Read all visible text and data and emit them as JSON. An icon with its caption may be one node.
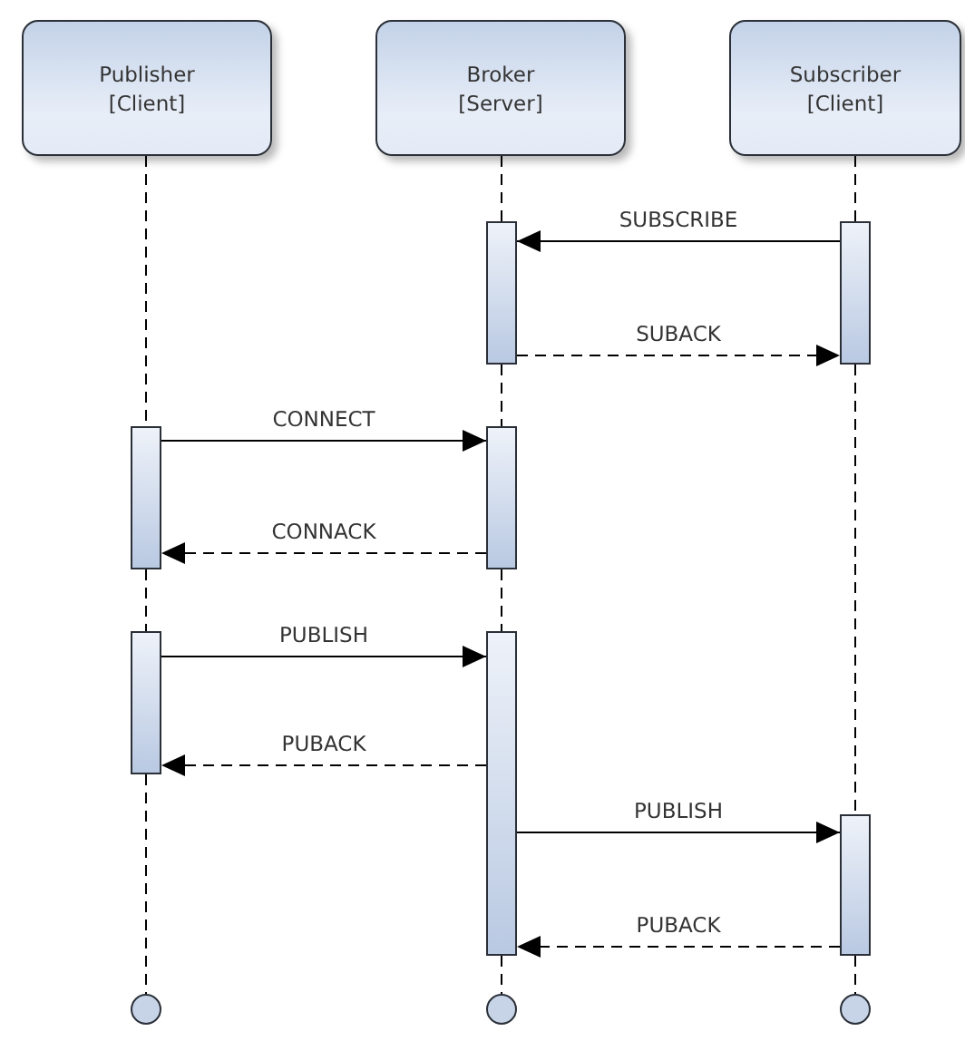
{
  "diagram": {
    "nodes": [
      {
        "text": [
          "Publisher",
          "[Client]"
        ]
      },
      {
        "text": [
          "Broker",
          "[Server]"
        ]
      },
      {
        "text": [
          "Subscriber",
          "[Client]"
        ]
      },
      {
        "text": [],
        "shape": "bar"
      },
      {
        "text": [],
        "shape": "bar"
      },
      {
        "text": [],
        "shape": "bar"
      },
      {
        "text": [],
        "shape": "bar"
      },
      {
        "text": [],
        "shape": "bar"
      },
      {
        "text": [],
        "shape": "bar"
      },
      {
        "text": [],
        "shape": "bar"
      },
      {
        "text": [],
        "shape": "circle"
      },
      {
        "text": [],
        "shape": "circle"
      },
      {
        "text": [],
        "shape": "circle"
      }
    ],
    "edges": [
      {
        "from": 4,
        "to": 3,
        "arrow": "to",
        "label": "SUBSCRIBE"
      },
      {
        "from": 3,
        "to": 4,
        "arrow": "to",
        "label": "SUBACK",
        "style": "dashed"
      },
      {
        "from": 5,
        "to": 6,
        "arrow": "to",
        "label": "CONNECT"
      },
      {
        "from": 6,
        "to": 5,
        "arrow": "to",
        "label": "CONNACK",
        "style": "dashed"
      },
      {
        "from": 7,
        "to": 8,
        "arrow": "to",
        "label": "PUBLISH"
      },
      {
        "from": 8,
        "to": 7,
        "arrow": "to",
        "label": "PUBACK",
        "style": "dashed"
      },
      {
        "from": 8,
        "to": 9,
        "arrow": "to",
        "label": "PUBLISH"
      },
      {
        "from": 9,
        "to": 8,
        "arrow": "to",
        "label": "PUBACK",
        "style": "dashed"
      },
      {
        "from": 0,
        "to": 5,
        "arrow": "none",
        "style": "dashed"
      },
      {
        "from": 5,
        "to": 7,
        "arrow": "none",
        "style": "dashed"
      },
      {
        "from": 7,
        "to": 10,
        "arrow": "none",
        "style": "dashed"
      },
      {
        "from": 1,
        "to": 3,
        "arrow": "none",
        "style": "dashed"
      },
      {
        "from": 3,
        "to": 6,
        "arrow": "none",
        "style": "dashed"
      },
      {
        "from": 6,
        "to": 8,
        "arrow": "none",
        "style": "dashed"
      },
      {
        "from": 8,
        "to": 11,
        "arrow": "none",
        "style": "dashed"
      },
      {
        "from": 2,
        "to": 4,
        "arrow": "none",
        "style": "dashed"
      },
      {
        "from": 4,
        "to": 9,
        "arrow": "none",
        "style": "dashed"
      },
      {
        "from": 9,
        "to": 12,
        "arrow": "none",
        "style": "dashed"
      }
    ]
  }
}
